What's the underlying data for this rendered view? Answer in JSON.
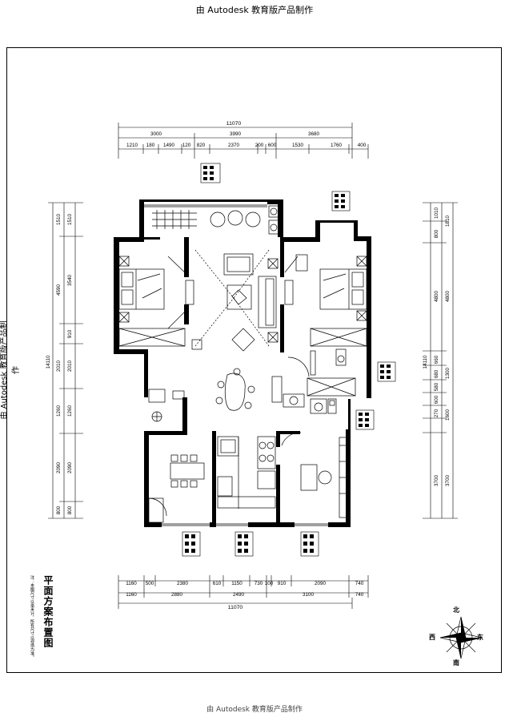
{
  "header_stamp": "由 Autodesk 教育版产品制作",
  "side_stamp": "由 Autodesk 教育版产品制作",
  "footer_stamp": "由 Autodesk 教育版产品制作",
  "title": "平面方案布置图",
  "title_note": "注：本图尺寸以毫米计，所有尺寸以现场为准。",
  "compass": {
    "north": "北",
    "south": "南",
    "east": "东",
    "west": "西"
  },
  "dims": {
    "top_total": "11070",
    "top_mid": [
      "3000",
      "3990",
      "3680"
    ],
    "top_detail": [
      "1210",
      "180",
      "1490",
      "120",
      "820",
      "2370",
      "200",
      "600",
      "1530",
      "1760",
      "400"
    ],
    "bottom_detail": [
      "1160",
      "500",
      "2380",
      "610",
      "1150",
      "730",
      "100",
      "910",
      "2090",
      "740"
    ],
    "bottom_mid": [
      "1160",
      "2880",
      "2490",
      "3100",
      "740"
    ],
    "bottom_total": "11070",
    "left_total": "14110",
    "left_mid": [
      "1510",
      "4590",
      "2010",
      "1260",
      "2090",
      "800"
    ],
    "left_detail": [
      "3540",
      "910"
    ],
    "right_total": "14110",
    "right_mid": [
      "1810",
      "4800",
      "1300",
      "1600",
      "3700"
    ],
    "right_detail": [
      "1010",
      "800",
      "660",
      "680",
      "580",
      "600",
      "270"
    ]
  },
  "colors": {
    "wall": "#000000",
    "line": "#000000",
    "paper": "#ffffff"
  }
}
